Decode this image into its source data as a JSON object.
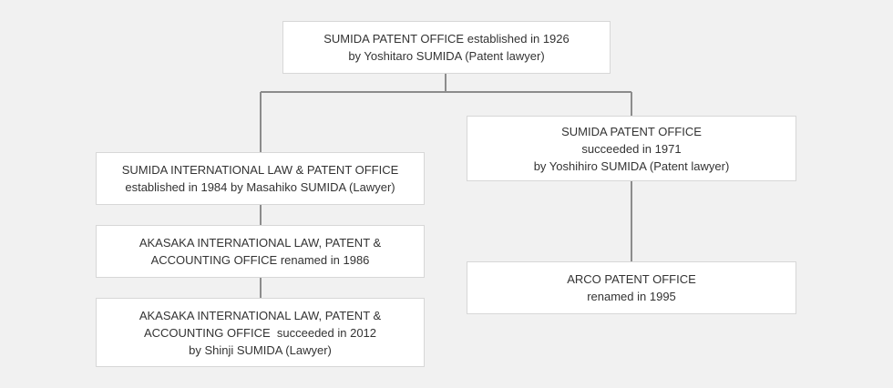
{
  "nodes": {
    "root": {
      "lines": [
        "SUMIDA PATENT OFFICE established in 1926",
        "by Yoshitaro SUMIDA (Patent lawyer)"
      ]
    },
    "left_1": {
      "lines": [
        "SUMIDA INTERNATIONAL LAW & PATENT OFFICE",
        "established in 1984 by Masahiko SUMIDA (Lawyer)"
      ]
    },
    "left_2": {
      "lines": [
        "AKASAKA INTERNATIONAL LAW, PATENT &",
        "ACCOUNTING OFFICE renamed in 1986"
      ]
    },
    "left_3": {
      "lines": [
        "AKASAKA INTERNATIONAL LAW, PATENT &",
        "ACCOUNTING OFFICE  succeeded in 2012",
        "by Shinji SUMIDA (Lawyer)"
      ]
    },
    "right_1": {
      "lines": [
        "SUMIDA PATENT OFFICE",
        "succeeded in 1971",
        "by Yoshihiro SUMIDA (Patent lawyer)"
      ]
    },
    "right_2": {
      "lines": [
        "ARCO PATENT OFFICE",
        "renamed in 1995"
      ]
    }
  },
  "colors": {
    "background": "#f1f1f1",
    "box_fill": "#ffffff",
    "box_border": "#d7d7d7",
    "connector": "#8c8c8c",
    "text": "#333333"
  }
}
